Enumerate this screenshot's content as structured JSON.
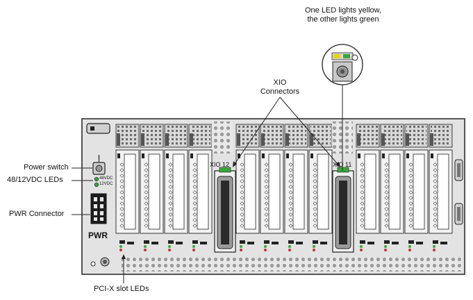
{
  "callouts": {
    "led_note_line1": "One LED lights yellow,",
    "led_note_line2": "the other lights green",
    "xio_connectors_line1": "XIO",
    "xio_connectors_line2": "Connectors",
    "power_switch": "Power switch",
    "dc_leds": "48/12VDC LEDs",
    "pwr_connector": "PWR Connector",
    "pcix_slot_leds": "PCI-X slot LEDs"
  },
  "panel": {
    "led_48vdc": "48VDC",
    "led_12vdc": "12VDC",
    "pwr_mark": "PWR",
    "xio_left": "XIO 12",
    "xio_right": "XIO 11"
  },
  "colors": {
    "led_green": "#3aa63a",
    "led_red": "#c83232",
    "led_yellow": "#e6d200",
    "chassis": "#e3e3e3",
    "outline": "#222222"
  }
}
